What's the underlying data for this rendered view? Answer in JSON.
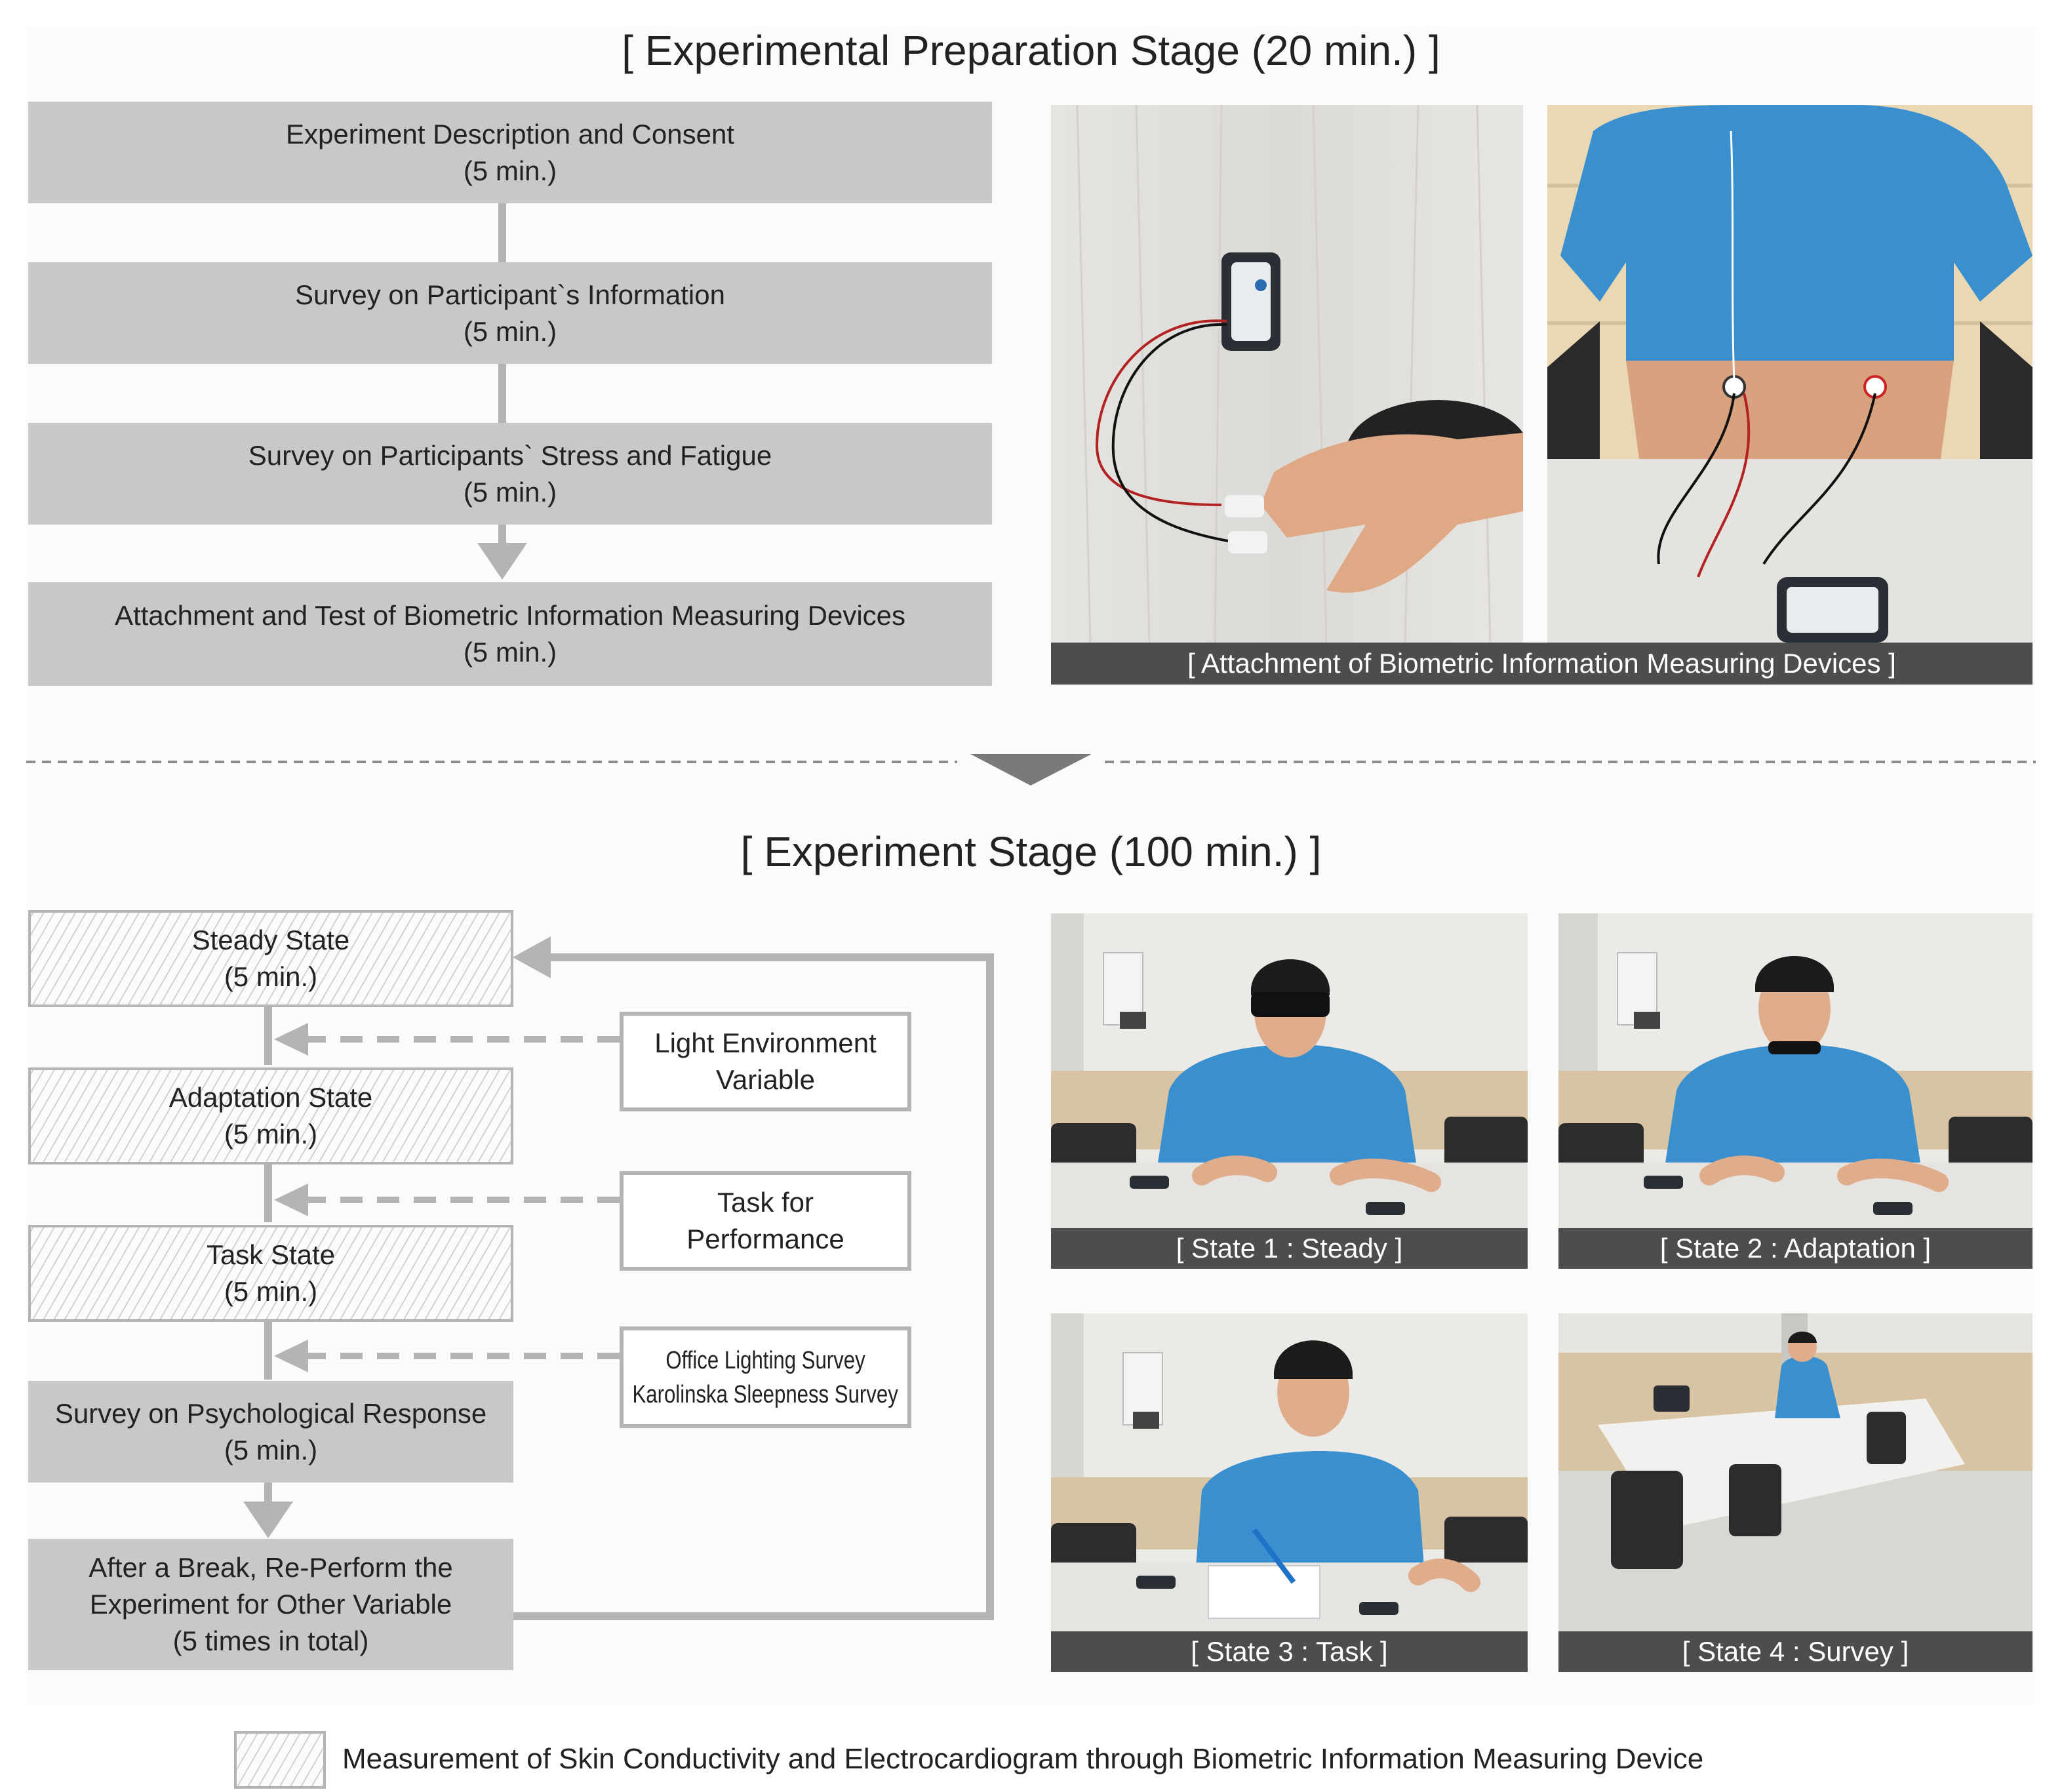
{
  "prep_stage": {
    "title": "[ Experimental Preparation Stage (20 min.) ]",
    "steps": [
      {
        "label": "Experiment Description and Consent",
        "duration": "(5 min.)"
      },
      {
        "label": "Survey on Participant`s Information",
        "duration": "(5 min.)"
      },
      {
        "label": "Survey on Participants` Stress and Fatigue",
        "duration": "(5 min.)"
      },
      {
        "label": "Attachment and Test of Biometric Information Measuring Devices",
        "duration": "(5 min.)"
      }
    ],
    "photo_caption": "[ Attachment of Biometric Information Measuring Devices ]"
  },
  "experiment_stage": {
    "title": "[ Experiment Stage (100 min.) ]",
    "states": [
      {
        "label": "Steady State",
        "duration": "(5 min.)"
      },
      {
        "label": "Adaptation State",
        "duration": "(5 min.)"
      },
      {
        "label": "Task State",
        "duration": "(5 min.)"
      }
    ],
    "survey": {
      "label": "Survey on Psychological Response",
      "duration": "(5 min.)"
    },
    "repeat": {
      "line1": "After a Break, Re-Perform the",
      "line2": "Experiment for Other Variable",
      "line3": "(5 times in total)"
    },
    "variables": [
      {
        "line1": "Light Environment",
        "line2": "Variable"
      },
      {
        "line1": "Task for",
        "line2": "Performance"
      },
      {
        "line1": "Office Lighting Survey",
        "line2": "Karolinska Sleepness Survey"
      }
    ],
    "photo_captions": [
      "[ State 1 : Steady ]",
      "[ State 2 : Adaptation ]",
      "[ State 3 : Task ]",
      "[ State 4 : Survey ]"
    ]
  },
  "legend": {
    "text": "Measurement of Skin Conductivity and Electrocardiogram through Biometric Information Measuring Device"
  },
  "colors": {
    "box_grey": "#c8c8c8",
    "line_grey": "#b4b4b4",
    "caption_bg": "#4d4d4d",
    "shirt_blue": "#3a8fce"
  }
}
